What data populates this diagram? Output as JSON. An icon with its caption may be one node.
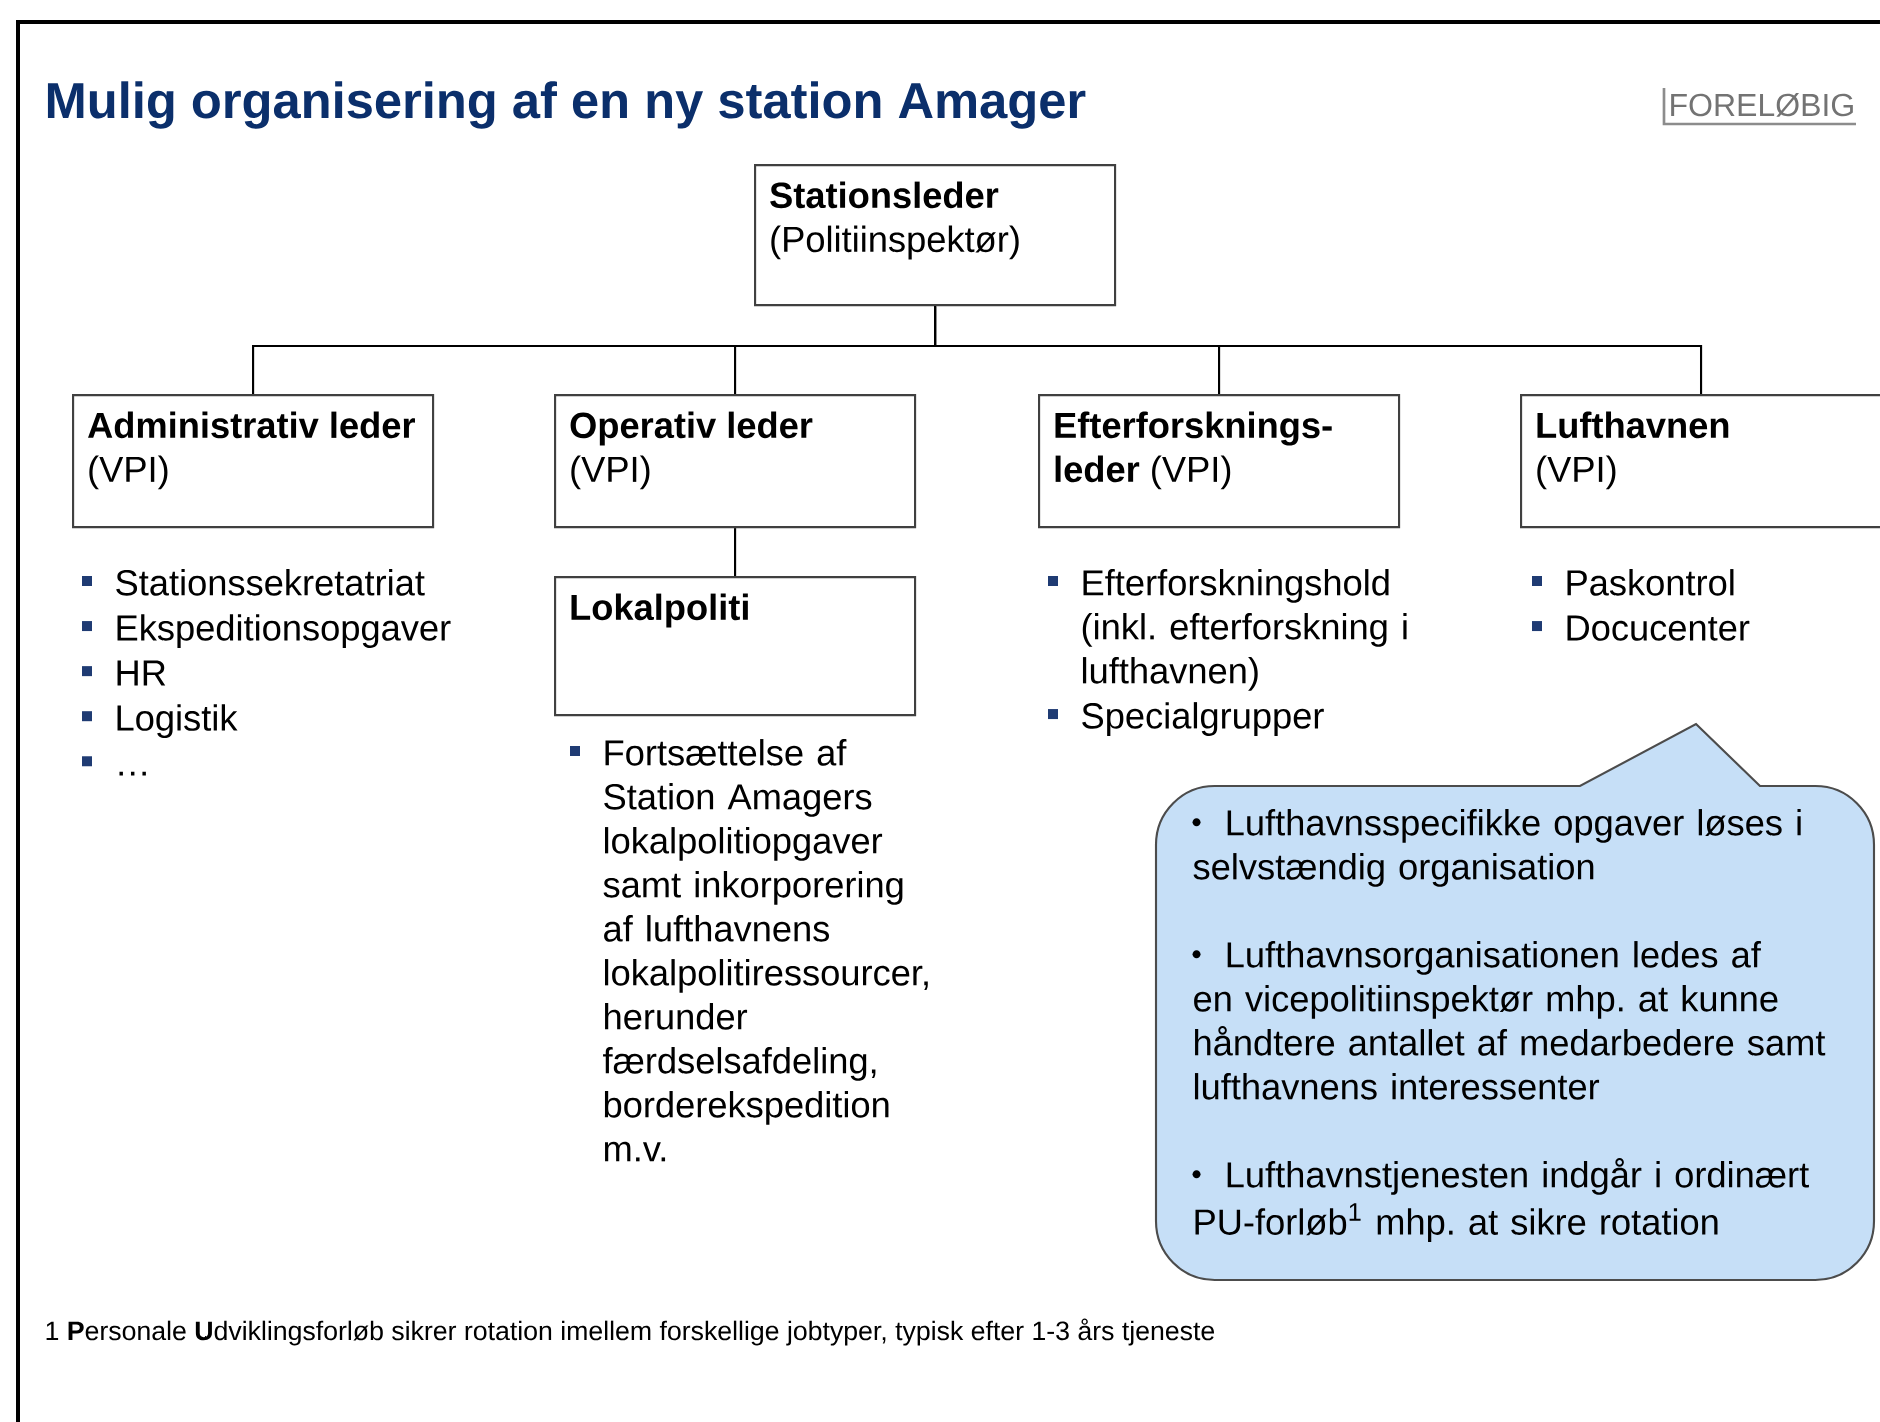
{
  "diagram": {
    "title": "Mulig organisering af en ny station Amager",
    "nodes": [
      {
        "text": [
          "Stationsleder",
          "(Politiinspektør)"
        ]
      },
      {
        "text": [
          "Administrativ leder",
          "(VPI)"
        ],
        "beside": [
          "Stationssekretatriat",
          "Ekspeditionsopgaver",
          "HR",
          "Logistik",
          "…"
        ]
      },
      {
        "text": [
          "Operativ leder",
          "(VPI)"
        ]
      },
      {
        "text": [
          "Lokalpoliti"
        ],
        "beside": [
          "Fortsættelse af Station Amagers lokalpolitiopgaver samt inkorporering af lufthavnens lokalpolitiressourcer, herunder færdselsafdeling, borderekspedition m.v."
        ]
      },
      {
        "text": [
          "Efterforsknings-leder",
          "(VPI)"
        ],
        "beside": [
          "Efterforskningshold (inkl. efterforskning i lufthavnen)",
          "Specialgrupper"
        ]
      },
      {
        "text": [
          "Lufthavnen",
          "(VPI)"
        ],
        "beside": [
          "Paskontrol",
          "Docucenter"
        ]
      },
      {
        "text": [
          "Lufthavnsspecifikke opgaver løses i selvstændig organisation",
          "Lufthavnsorganisationen ledes af en vicepolitiinspektør mhp. at kunne håndtere antallet af medarbedere samt lufthavnens interessenter",
          "Lufthavnstjenesten indgår i ordinært PU-forløb$^{1}$ mhp. at sikre rotation"
        ]
      }
    ],
    "edges": [
      {
        "from": 0,
        "to": 1,
        "arrow": "none"
      },
      {
        "from": 0,
        "to": 2,
        "arrow": "none"
      },
      {
        "from": 0,
        "to": 4,
        "arrow": "none"
      },
      {
        "from": 0,
        "to": 5,
        "arrow": "none"
      },
      {
        "from": 2,
        "to": 3,
        "arrow": "none"
      }
    ],
    "labels": [
      "FORELØBIG",
      "1 **P**ersonale **U**dviklingsforløb sikrer rotation imellem forskellige jobtyper, typisk efter 1-3 års tjeneste"
    ]
  }
}
